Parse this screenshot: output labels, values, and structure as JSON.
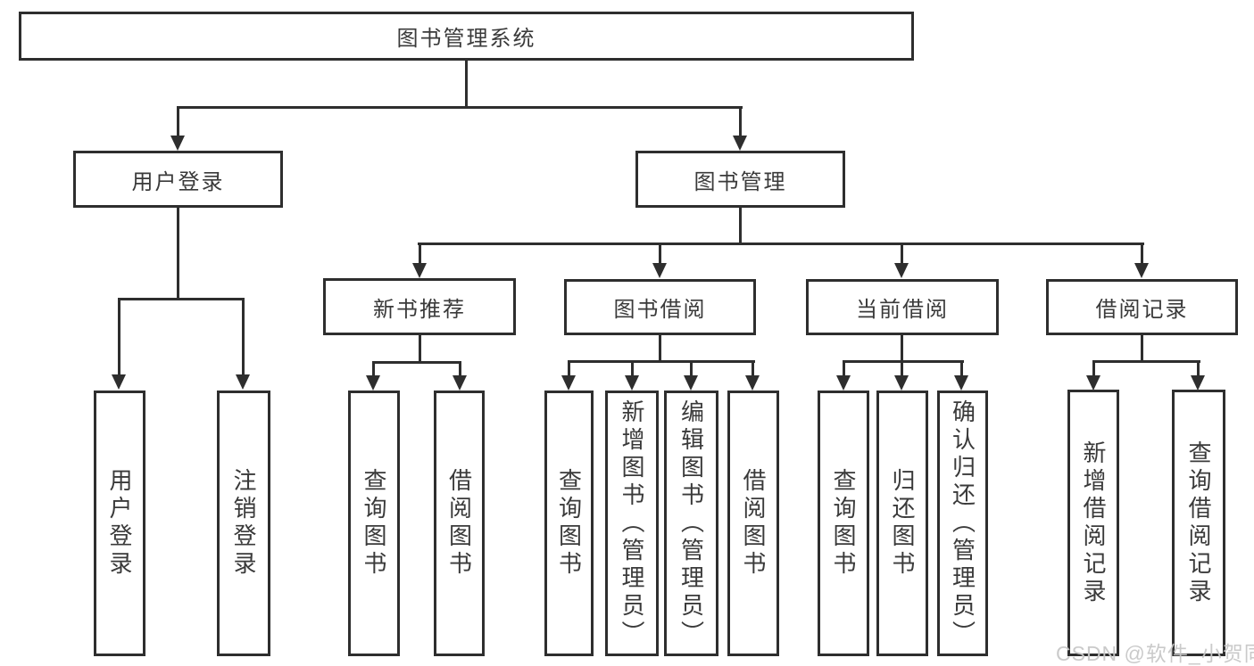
{
  "diagram": {
    "title": "图书管理系统",
    "watermark": "CSDN @软件_小贺同学",
    "colors": {
      "line": "#2e2e2e",
      "box_border": "#2e2e2e",
      "text": "#3a3a3a",
      "watermark": "#c8c8c8",
      "background": "#ffffff"
    },
    "nodes": {
      "root": {
        "label": "图书管理系统"
      },
      "user_login": {
        "label": "用户登录"
      },
      "book_mgmt": {
        "label": "图书管理"
      },
      "new_book_rec": {
        "label": "新书推荐"
      },
      "book_borrow": {
        "label": "图书借阅"
      },
      "current_borrow": {
        "label": "当前借阅"
      },
      "borrow_records": {
        "label": "借阅记录"
      },
      "leaf_user_login": {
        "label": "用户登录"
      },
      "leaf_logout_login": {
        "label": "注销登录"
      },
      "leaf_query_book_rec": {
        "label": "查询图书"
      },
      "leaf_borrow_book_rec": {
        "label": "借阅图书"
      },
      "leaf_query_book_borrow": {
        "label": "查询图书"
      },
      "leaf_add_book_admin": {
        "label": "新增图书（管理员）"
      },
      "leaf_edit_book_admin": {
        "label": "编辑图书（管理员）"
      },
      "leaf_borrow_book_borrow": {
        "label": "借阅图书"
      },
      "leaf_query_book_current": {
        "label": "查询图书"
      },
      "leaf_return_book": {
        "label": "归还图书"
      },
      "leaf_confirm_return_admin": {
        "label": "确认归还（管理员）"
      },
      "leaf_add_borrow_record": {
        "label": "新增借阅记录"
      },
      "leaf_query_borrow_record": {
        "label": "查询借阅记录"
      }
    },
    "edges": [
      {
        "from": "图书管理系统",
        "to": [
          "用户登录",
          "图书管理"
        ]
      },
      {
        "from": "用户登录",
        "to": [
          "用户登录",
          "注销登录"
        ]
      },
      {
        "from": "图书管理",
        "to": [
          "新书推荐",
          "图书借阅",
          "当前借阅",
          "借阅记录"
        ]
      },
      {
        "from": "新书推荐",
        "to": [
          "查询图书",
          "借阅图书"
        ]
      },
      {
        "from": "图书借阅",
        "to": [
          "查询图书",
          "新增图书（管理员）",
          "编辑图书（管理员）",
          "借阅图书"
        ]
      },
      {
        "from": "当前借阅",
        "to": [
          "查询图书",
          "归还图书",
          "确认归还（管理员）"
        ]
      },
      {
        "from": "借阅记录",
        "to": [
          "新增借阅记录",
          "查询借阅记录"
        ]
      }
    ]
  }
}
